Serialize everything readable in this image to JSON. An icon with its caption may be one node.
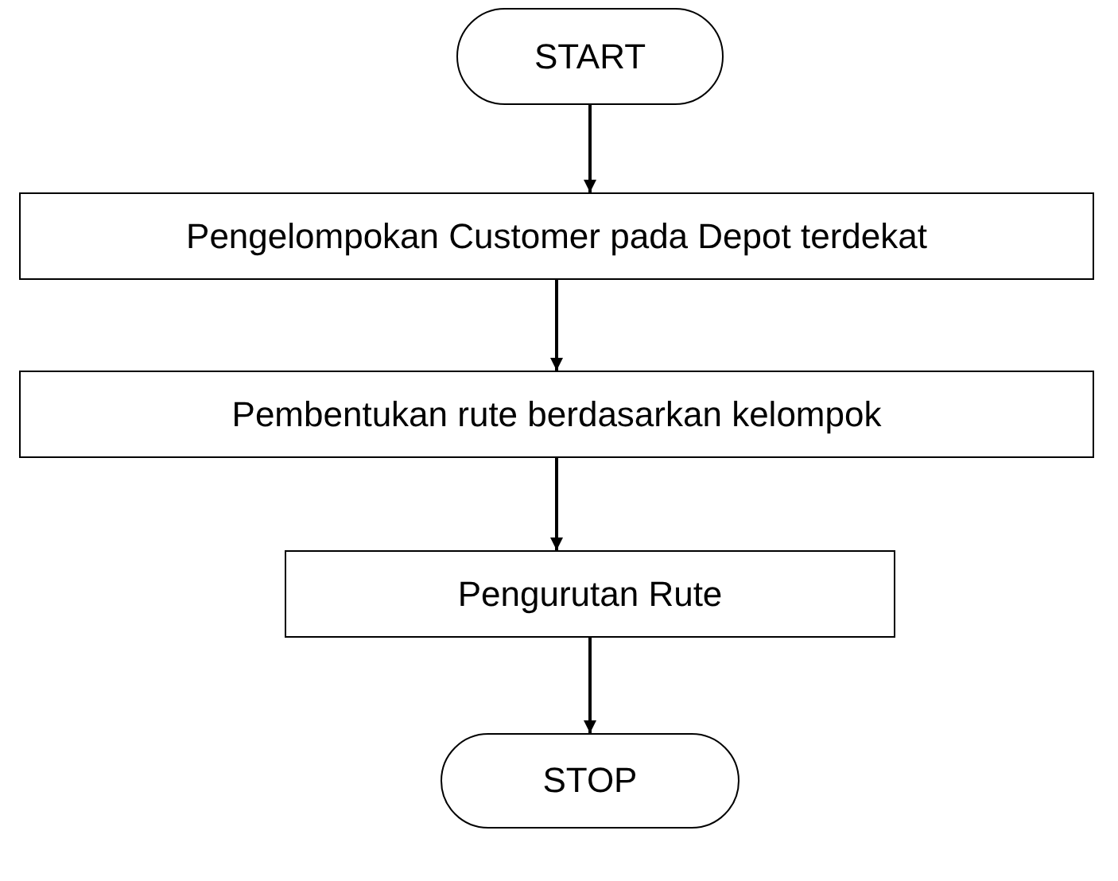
{
  "diagram": {
    "nodes": [
      {
        "text": [
          "START"
        ]
      },
      {
        "text": [
          "Pengelompokan Customer pada Depot terdekat"
        ]
      },
      {
        "text": [
          "Pembentukan rute berdasarkan kelompok"
        ]
      },
      {
        "text": [
          "Pengurutan Rute"
        ]
      },
      {
        "text": [
          "STOP"
        ]
      }
    ],
    "edges": [
      {
        "from": 0,
        "to": 1,
        "arrow": "to"
      },
      {
        "from": 1,
        "to": 2,
        "arrow": "to"
      },
      {
        "from": 2,
        "to": 3,
        "arrow": "to"
      },
      {
        "from": 3,
        "to": 4,
        "arrow": "to"
      }
    ]
  }
}
